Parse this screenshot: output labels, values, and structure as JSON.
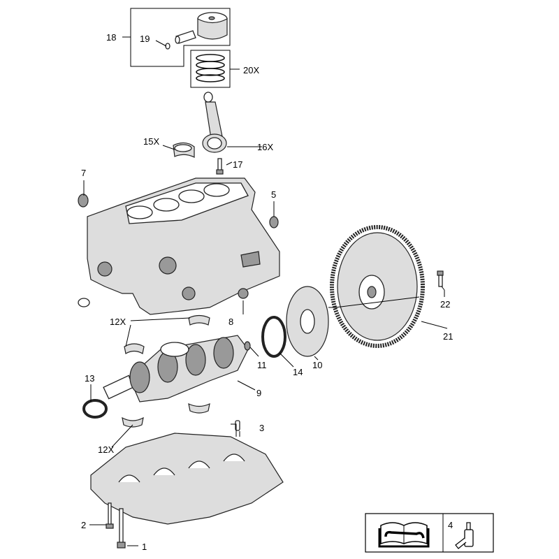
{
  "diagram": {
    "callouts": [
      "18",
      "19",
      "20X",
      "15X",
      "16X",
      "17",
      "7",
      "5",
      "12X",
      "8",
      "22",
      "21",
      "11",
      "14",
      "10",
      "9",
      "13",
      "3",
      "12X",
      "2",
      "1"
    ],
    "legend_box": {
      "manual_icon": "repair-manual-wrench-icon",
      "sealant_label": "4",
      "sealant_icon": "sealant-bottle-icon"
    }
  }
}
